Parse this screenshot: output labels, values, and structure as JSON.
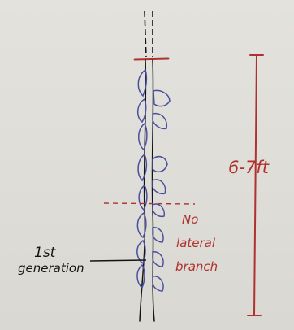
{
  "labels": {
    "measure": "6-7ft",
    "no_lateral_line1": "No",
    "no_lateral_line2": "lateral",
    "no_lateral_line3": "branch",
    "generation_line1": "1st",
    "generation_line2": "generation"
  },
  "colors": {
    "ink_red": "#b0322e",
    "ink_blue": "#4a4f9e",
    "ink_black": "#141414",
    "paper": "#e0dfda"
  }
}
